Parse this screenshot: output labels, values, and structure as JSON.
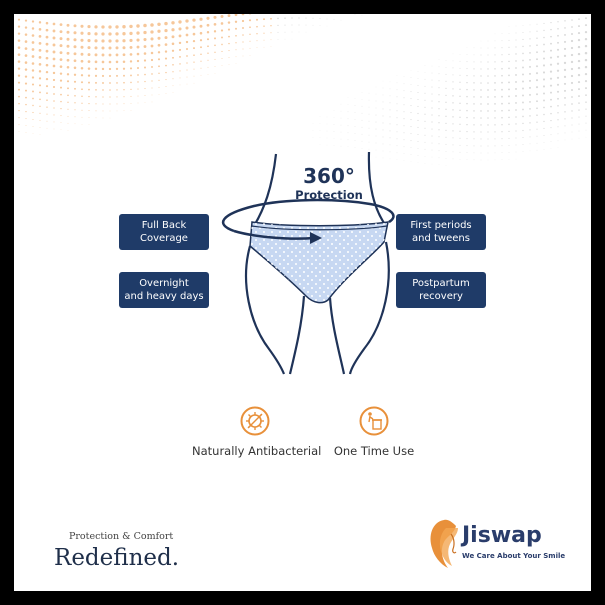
{
  "heading": {
    "title": "360°",
    "subtitle": "Protection"
  },
  "benefits": {
    "left": [
      "Full Back\nCoverage",
      "Overnight\nand heavy days"
    ],
    "right": [
      "First periods\nand tweens",
      "Postpartum\nrecovery"
    ]
  },
  "features": [
    {
      "label": "Naturally Antibacterial",
      "icon": "antibacterial-icon"
    },
    {
      "label": "One Time Use",
      "icon": "disposable-bin-icon"
    }
  ],
  "tagline": {
    "small": "Protection & Comfort",
    "big": "Redefined."
  },
  "brand": {
    "name": "Jiswap",
    "tagline": "We Care About Your Smile"
  },
  "colors": {
    "navy": "#1f3b68",
    "orange": "#e8903a",
    "fabric": "#c7d8f2"
  }
}
